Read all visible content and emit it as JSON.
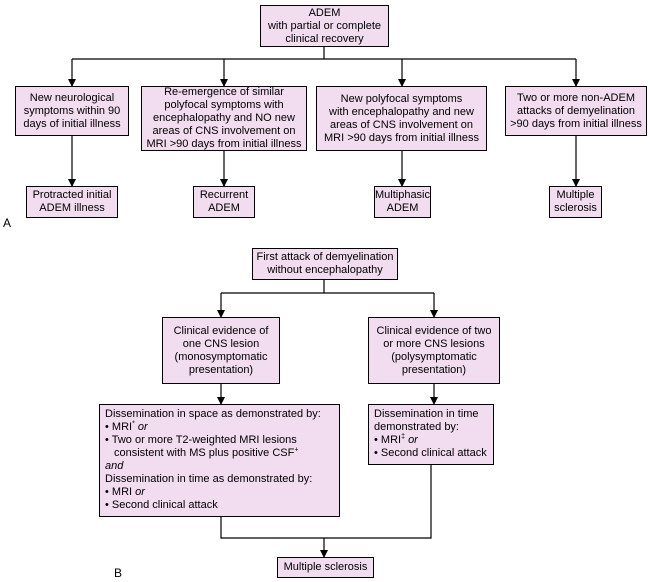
{
  "panel_a": {
    "label": "A",
    "root": "ADEM\nwith partial or complete\nclinical recovery",
    "conditions": [
      "New neurological\nsymptoms within 90\ndays of initial illness",
      "Re-emergence of similar\npolyfocal symptoms with\nencephalopathy and NO new\nareas of CNS involvement on\nMRI >90 days from initial illness",
      "New polyfocal symptoms\nwith encephalopathy and new\nareas of CNS involvement on\nMRI >90 days from initial illness",
      "Two or more non-ADEM\nattacks of demyelination\n>90 days from initial illness"
    ],
    "outcomes": [
      "Protracted initial\nADEM illness",
      "Recurrent\nADEM",
      "Multiphasic\nADEM",
      "Multiple\nsclerosis"
    ]
  },
  "panel_b": {
    "label": "B",
    "root": "First attack of demyelination\nwithout encephalopathy",
    "left_branch": "Clinical evidence of\none CNS lesion\n(monosymptomatic\npresentation)",
    "right_branch": "Clinical evidence of two\nor more CNS lesions\n(polysymptomatic\npresentation)",
    "left_detail": {
      "heading1": "Dissemination in space as demonstrated by:",
      "b1_text": "MRI",
      "b1_sup": "*",
      "b1_or": "or",
      "b2_text": "Two or more T2-weighted MRI lesions consistent with MS plus positive CSF",
      "b2_sup": "+",
      "and": "and",
      "heading2": "Dissemination in time as demonstrated by:",
      "b3_text": "MRI",
      "b3_or": "or",
      "b4_text": "Second clinical attack"
    },
    "right_detail": {
      "heading": "Dissemination in time demonstrated by:",
      "b1_text": "MRI",
      "b1_sup": "‡",
      "b1_or": "or",
      "b2_text": "Second clinical attack"
    },
    "final": "Multiple sclerosis"
  }
}
